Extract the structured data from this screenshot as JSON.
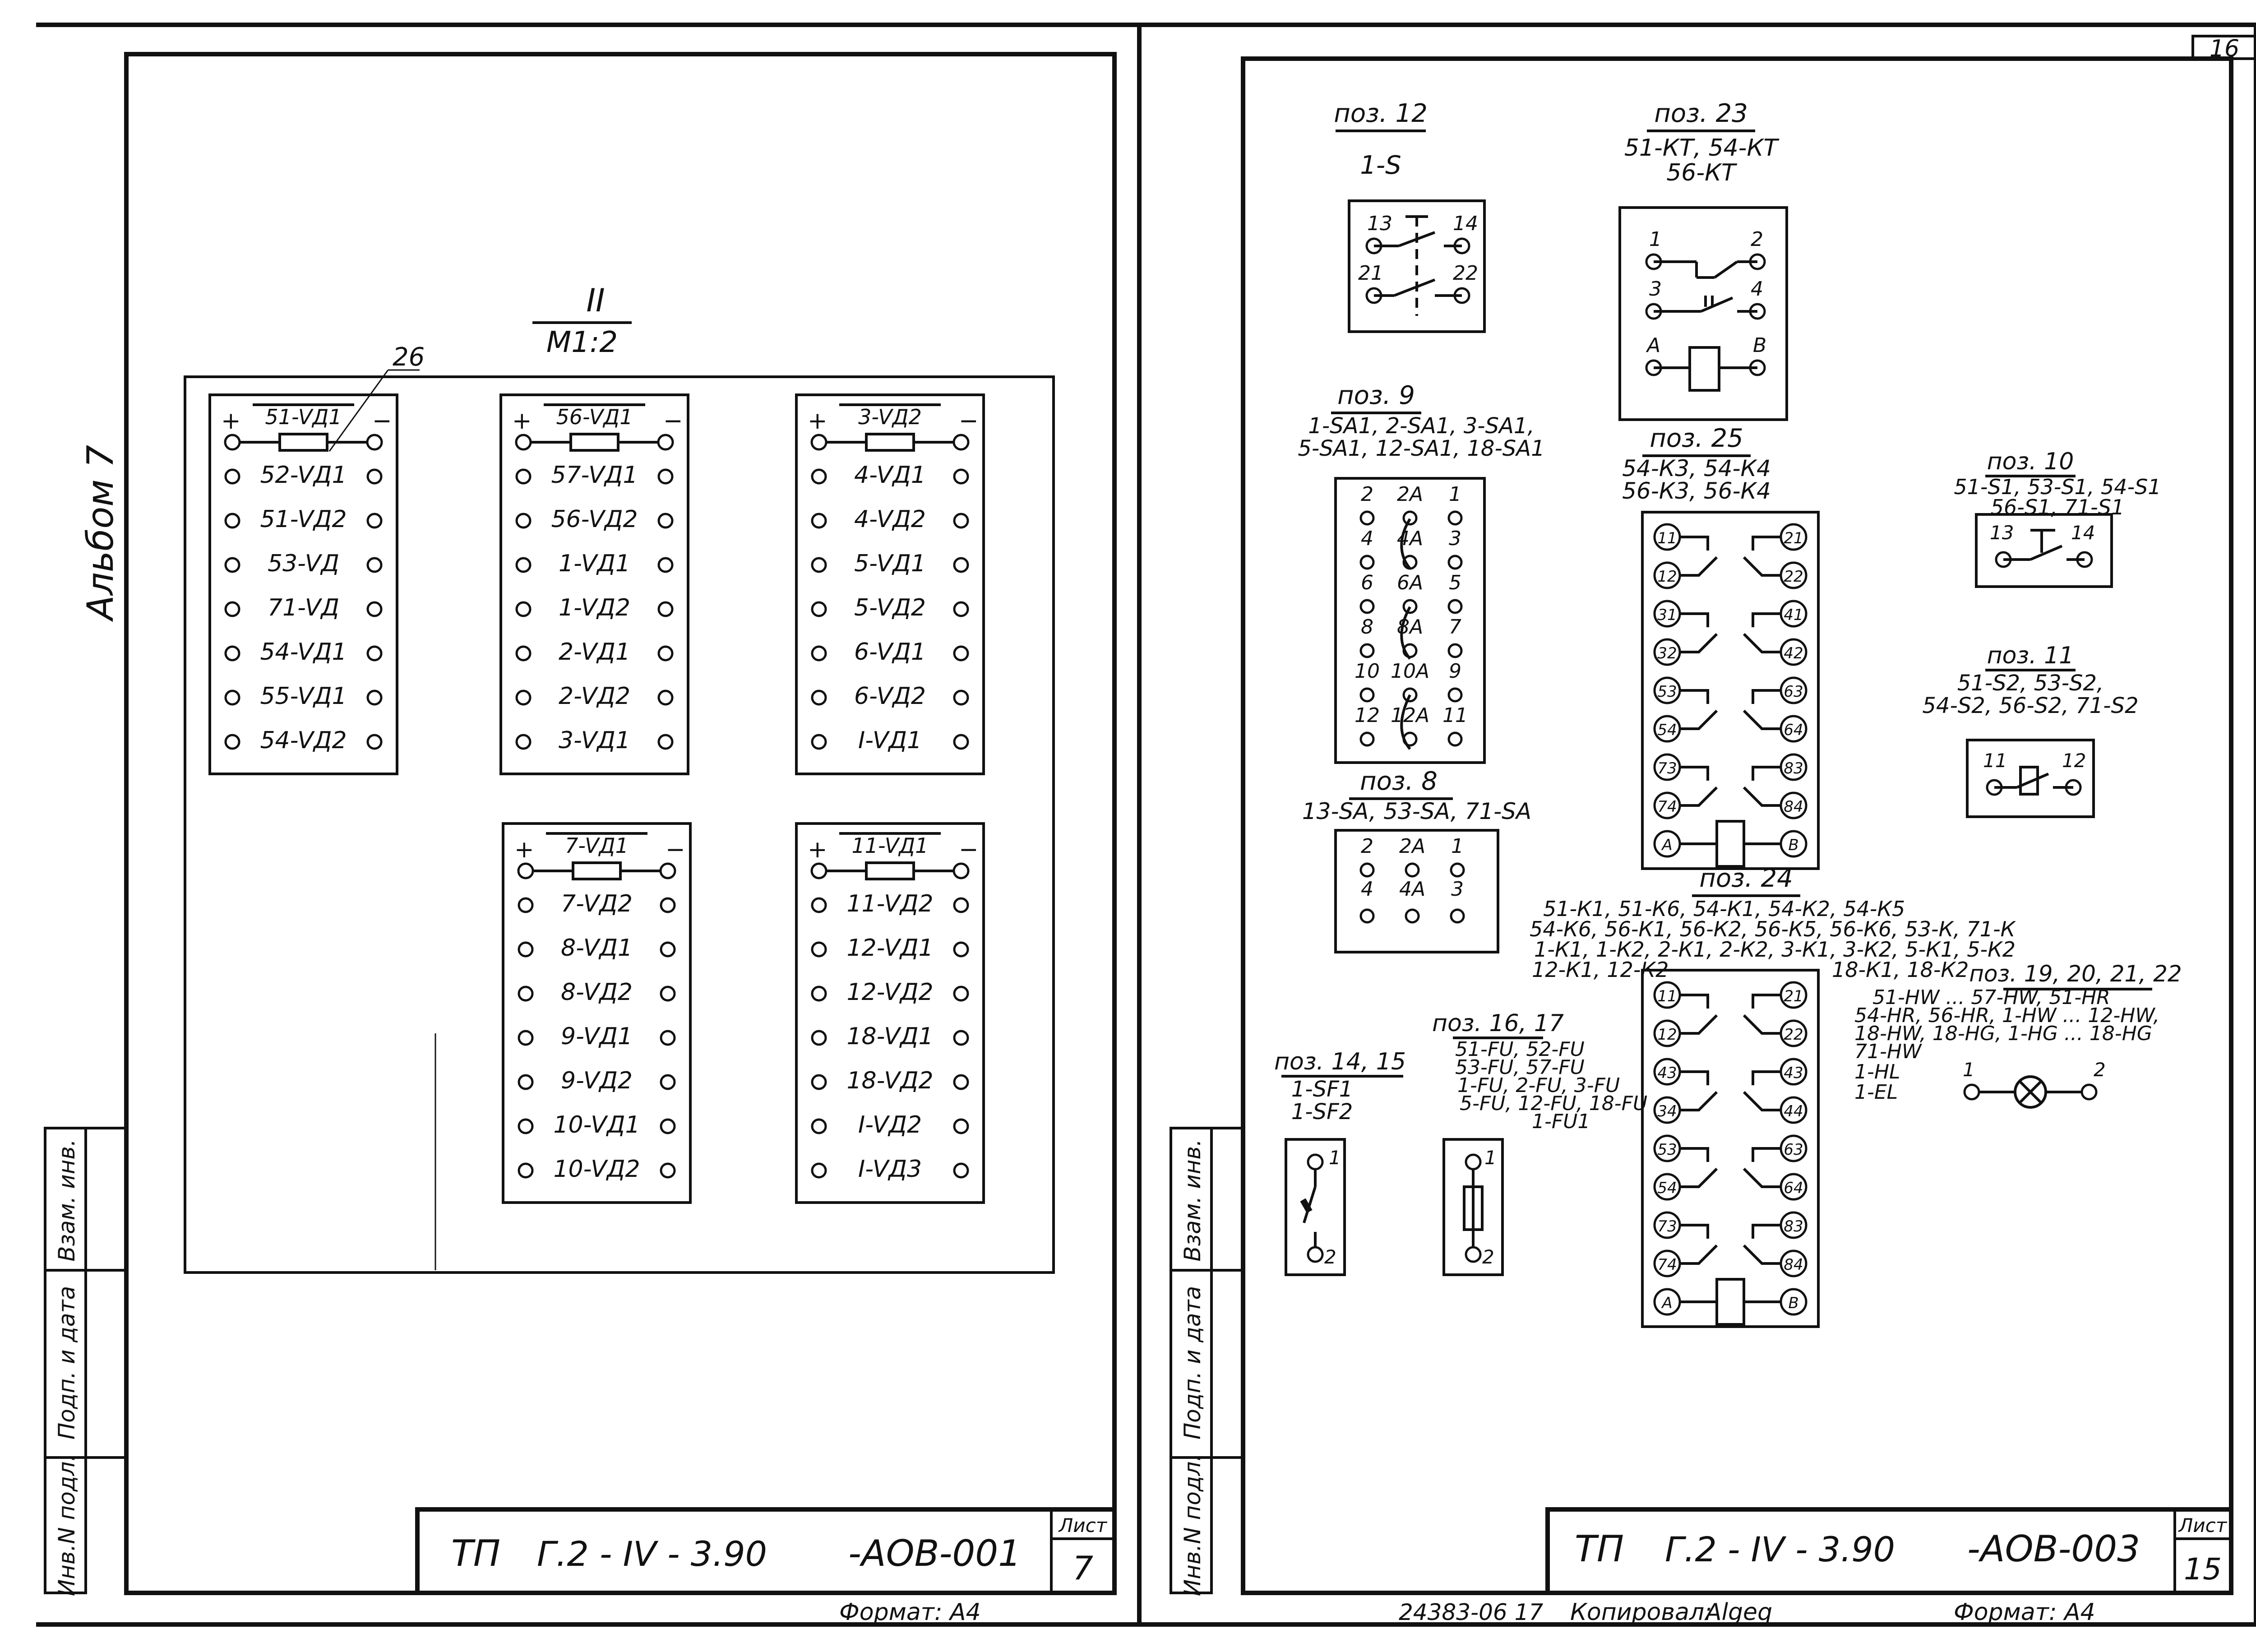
{
  "left_sheet": {
    "album_label": "Альбом 7",
    "view_label": "II",
    "scale_label": "М1:2",
    "callout": "26",
    "plus": "+",
    "minus": "−",
    "boards": [
      {
        "header": "51-VД1",
        "items": [
          "52-VД1",
          "51-VД2",
          "53-VД",
          "71-VД",
          "54-VД1",
          "55-VД1",
          "54-VД2"
        ]
      },
      {
        "header": "56-VД1",
        "items": [
          "57-VД1",
          "56-VД2",
          "1-VД1",
          "1-VД2",
          "2-VД1",
          "2-VД2",
          "3-VД1"
        ]
      },
      {
        "header": "3-VД2",
        "items": [
          "4-VД1",
          "4-VД2",
          "5-VД1",
          "5-VД2",
          "6-VД1",
          "6-VД2",
          "I-VД1"
        ]
      },
      {
        "header": "7-VД1",
        "items": [
          "7-VД2",
          "8-VД1",
          "8-VД2",
          "9-VД1",
          "9-VД2",
          "10-VД1",
          "10-VД2"
        ]
      },
      {
        "header": "11-VД1",
        "items": [
          "11-VД2",
          "12-VД1",
          "12-VД2",
          "18-VД1",
          "18-VД2",
          "I-VД2",
          "I-VД3"
        ]
      }
    ],
    "side_stamps": [
      "Инв.N подл.",
      "Подп. и дата",
      "Взам. инв."
    ],
    "title_block": {
      "tp": "ТП",
      "code": "Г.2 - IV - 3.90",
      "doc": "-АОВ-001",
      "sheet_label": "Лист",
      "sheet_no": "7"
    },
    "format": "Формат: А4"
  },
  "right_sheet": {
    "corner_no": "16",
    "pos12": {
      "title": "поз. 12",
      "sub": "1-S",
      "t": [
        "13",
        "14",
        "21",
        "22"
      ]
    },
    "pos23": {
      "title": "поз. 23",
      "sub1": "51-КТ, 54-КТ",
      "sub2": "56-КТ",
      "t": [
        "1",
        "2",
        "3",
        "4",
        "А",
        "В"
      ]
    },
    "pos9": {
      "title": "поз. 9",
      "sub1": "1-SA1, 2-SA1, 3-SA1,",
      "sub2": "5-SA1, 12-SA1, 18-SA1",
      "rows": [
        [
          "2",
          "2А",
          "1"
        ],
        [
          "4",
          "4А",
          "3"
        ],
        [
          "6",
          "6А",
          "5"
        ],
        [
          "8",
          "8А",
          "7"
        ],
        [
          "10",
          "10А",
          "9"
        ],
        [
          "12",
          "12А",
          "11"
        ]
      ]
    },
    "pos8": {
      "title": "поз. 8",
      "sub": "13-SA, 53-SA, 71-SA",
      "rows": [
        [
          "2",
          "2А",
          "1"
        ],
        [
          "4",
          "4А",
          "3"
        ]
      ]
    },
    "pos25": {
      "title": "поз. 25",
      "sub1": "54-К3, 54-К4",
      "sub2": "56-К3, 56-К4",
      "left": [
        "11",
        "12",
        "31",
        "32",
        "53",
        "54",
        "73",
        "74",
        "А"
      ],
      "right": [
        "21",
        "22",
        "41",
        "42",
        "63",
        "64",
        "83",
        "84",
        "В"
      ]
    },
    "pos10": {
      "title": "поз. 10",
      "sub1": "51-S1, 53-S1, 54-S1",
      "sub2": "56-S1, 71-S1",
      "t": [
        "13",
        "14"
      ]
    },
    "pos11": {
      "title": "поз. 11",
      "sub1": "51-S2, 53-S2,",
      "sub2": "54-S2, 56-S2, 71-S2",
      "t": [
        "11",
        "12"
      ]
    },
    "pos24": {
      "title": "поз. 24",
      "lines": [
        "51-К1, 51-К6, 54-К1, 54-К2, 54-К5",
        "54-К6, 56-К1, 56-К2, 56-К5, 56-К6, 53-К, 71-К",
        "1-К1, 1-К2, 2-К1, 2-К2, 3-К1, 3-К2, 5-К1, 5-К2",
        "12-К1, 12-К2",
        "18-К1, 18-К2"
      ],
      "left": [
        "11",
        "12",
        "43",
        "34",
        "53",
        "54",
        "73",
        "74",
        "А"
      ],
      "right": [
        "21",
        "22",
        "43",
        "44",
        "63",
        "64",
        "83",
        "84",
        "В"
      ]
    },
    "pos1922": {
      "title": "поз. 19, 20, 21, 22",
      "lines": [
        "51-НW ... 57-НW, 51-НR",
        "54-НR, 56-НR, 1-НW ... 12-НW,",
        "18-НW, 18-НG, 1-НG ... 18-НG",
        "71-НW",
        "1-НL",
        "1-ЕL"
      ],
      "t": [
        "1",
        "2"
      ]
    },
    "pos1415": {
      "title": "поз. 14, 15",
      "sub1": "1-SF1",
      "sub2": "1-SF2",
      "t": [
        "1",
        "2"
      ]
    },
    "pos1617": {
      "title": "поз. 16, 17",
      "lines": [
        "51-FU, 52-FU",
        "53-FU, 57-FU",
        "1-FU, 2-FU, 3-FU",
        "5-FU, 12-FU, 18-FU",
        "1-FU1"
      ],
      "t": [
        "1",
        "2"
      ]
    },
    "side_stamps": [
      "Инв.N подл.",
      "Подп. и дата",
      "Взам. инв."
    ],
    "title_block": {
      "tp": "ТП",
      "code": "Г.2 - IV - 3.90",
      "doc": "-АОВ-003",
      "sheet_label": "Лист",
      "sheet_no": "15"
    },
    "order_no": "24383-06 17",
    "copied_label": "Копировал:",
    "copied_sign": "Algeq",
    "format": "Формат: А4"
  }
}
